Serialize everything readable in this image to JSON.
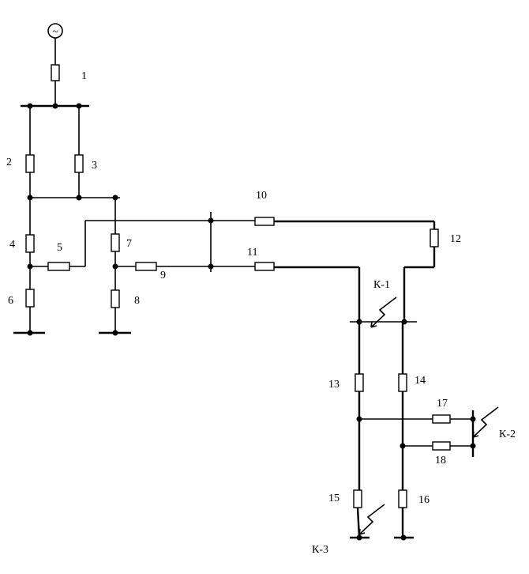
{
  "source_symbol": "~",
  "element_labels": {
    "e1": "1",
    "e2": "2",
    "e3": "3",
    "e4": "4",
    "e5": "5",
    "e6": "6",
    "e7": "7",
    "e8": "8",
    "e9": "9",
    "e10": "10",
    "e11": "11",
    "e12": "12",
    "e13": "13",
    "e14": "14",
    "e15": "15",
    "e16": "16",
    "e17": "17",
    "e18": "18"
  },
  "fault_labels": {
    "k1": "К-1",
    "k2": "К-2",
    "k3": "К-3"
  }
}
